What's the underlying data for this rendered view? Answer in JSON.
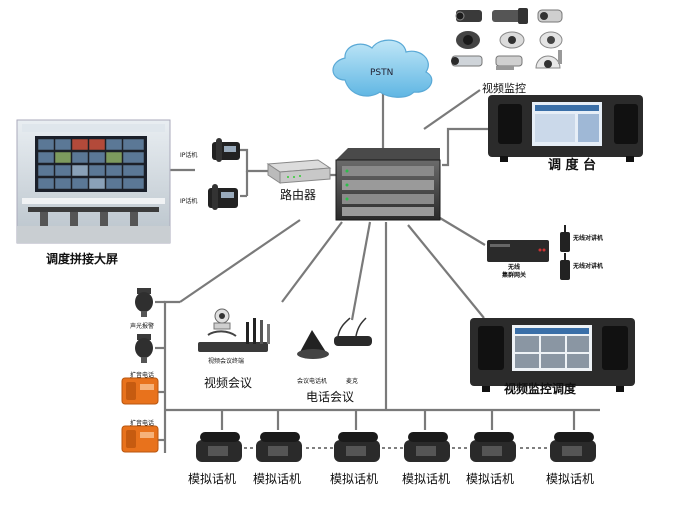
{
  "labels": {
    "pstn": "PSTN",
    "video_surveillance": "视频监控",
    "dispatch_console": "调 度 台",
    "video_wall": "调度拼接大屏",
    "ip_phone_1": "IP话机",
    "ip_phone_2": "IP话机",
    "router": "路由器",
    "wireless_radio_1": "无线对讲机",
    "wireless_radio_2": "无线对讲机",
    "wireless_gateway": "无线\n集群网关",
    "sound_light_alarm": "声光报警",
    "broadcast_phone_1": "扩音电话",
    "broadcast_phone_2": "扩音电话",
    "video_conf_terminal": "视频会议终端",
    "video_conference": "视频会议",
    "conf_phone": "会议电话机",
    "microphone": "麦克",
    "phone_conference": "电话会议",
    "video_monitor_dispatch": "视频监控调度",
    "analog_phones": [
      "模拟话机",
      "模拟话机",
      "模拟话机",
      "模拟话机",
      "模拟话机",
      "模拟话机"
    ]
  },
  "colors": {
    "line": "#7a7a7a",
    "cloud": "#8fd0ee",
    "cloud_edge": "#5aa9d6",
    "device_dark": "#2b2b2b",
    "screen_blue": "#3a6fa8",
    "orange_phone": "#e8721c"
  }
}
